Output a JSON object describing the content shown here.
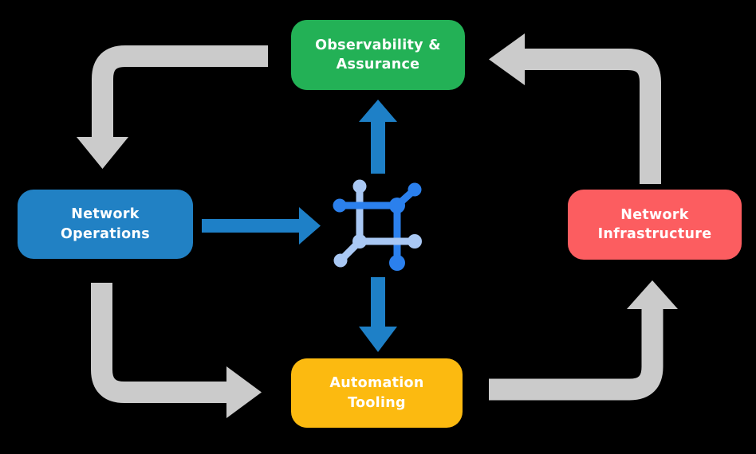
{
  "diagram": {
    "background_color": "#000000",
    "nodes": [
      {
        "id": "observability-assurance",
        "label": "Observability &\nAssurance",
        "color": "#23B156",
        "text_color": "#FFFFFF"
      },
      {
        "id": "network-operations",
        "label": "Network\nOperations",
        "color": "#2181C4",
        "text_color": "#FFFFFF"
      },
      {
        "id": "network-infrastructure",
        "label": "Network\nInfrastructure",
        "color": "#FC5D60",
        "text_color": "#FFFFFF"
      },
      {
        "id": "automation-tooling",
        "label": "Automation\nTooling",
        "color": "#FCBA10",
        "text_color": "#FFFFFF"
      }
    ],
    "cycle_arrows": {
      "color": "#CBCBCB",
      "flows": [
        "observability-assurance -> network-operations",
        "network-operations -> automation-tooling",
        "automation-tooling -> network-infrastructure",
        "network-infrastructure -> observability-assurance"
      ]
    },
    "hub_arrows": {
      "color": "#1E80C7",
      "flows": [
        "network-operations -> hub",
        "hub -> observability-assurance",
        "hub -> automation-tooling"
      ]
    },
    "hub_icon": {
      "name": "network-mesh-icon",
      "dark_color": "#2B80ED",
      "light_color": "#A9C8F4"
    }
  }
}
